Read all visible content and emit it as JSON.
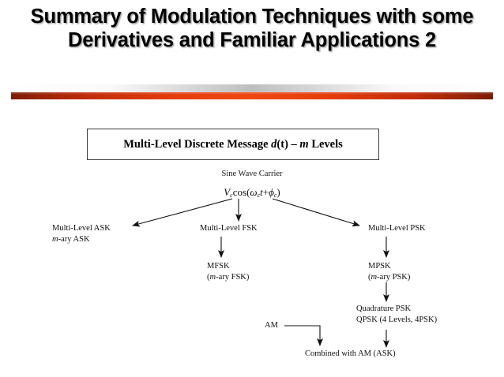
{
  "slide": {
    "title": "Summary of Modulation Techniques with some Derivatives and Familiar Applications 2",
    "accent_color": "#e8380d",
    "accent_dark_color": "#7c1b05",
    "title_color": "#000000",
    "background_color": "#ffffff"
  },
  "diagram": {
    "message_box": {
      "prefix": "Multi-Level Discrete Message ",
      "symbol_d": "d",
      "paren_t": "(t)",
      "dash": " – ",
      "symbol_m": "m",
      "suffix": " Levels",
      "full_text": "Multi-Level Discrete Message d(t) – m Levels"
    },
    "carrier": {
      "caption": "Sine Wave Carrier",
      "formula_v": "V",
      "formula_sub_c1": "c",
      "formula_cos": "cos(",
      "formula_omega": "ω",
      "formula_sub_c2": "c",
      "formula_t": "t",
      "formula_plus": "+",
      "formula_phi": "ϕ",
      "formula_sub_c3": "c",
      "formula_close": ")",
      "formula_full": "Vc cos(ωc t + ϕc)"
    },
    "nodes": [
      {
        "id": "multi-level-ask",
        "line1": "Multi-Level ASK",
        "line2_italic": "m",
        "line2_rest": "-ary ASK"
      },
      {
        "id": "multi-level-fsk",
        "line1": "Multi-Level FSK"
      },
      {
        "id": "multi-level-psk",
        "line1": "Multi-Level PSK"
      },
      {
        "id": "mfsk",
        "line1": "MFSK",
        "line2_open": "(",
        "line2_italic": "m",
        "line2_rest": "-ary FSK)"
      },
      {
        "id": "mpsk",
        "line1": "MPSK",
        "line2_open": "(",
        "line2_italic": "m",
        "line2_rest": "-ary PSK)"
      },
      {
        "id": "quadrature-psk",
        "line1": "Quadrature PSK",
        "line2": "QPSK (4 Levels, 4PSK)"
      },
      {
        "id": "am",
        "line1": "AM"
      },
      {
        "id": "combined-am-ask",
        "line1": "Combined with AM (ASK)"
      }
    ]
  }
}
